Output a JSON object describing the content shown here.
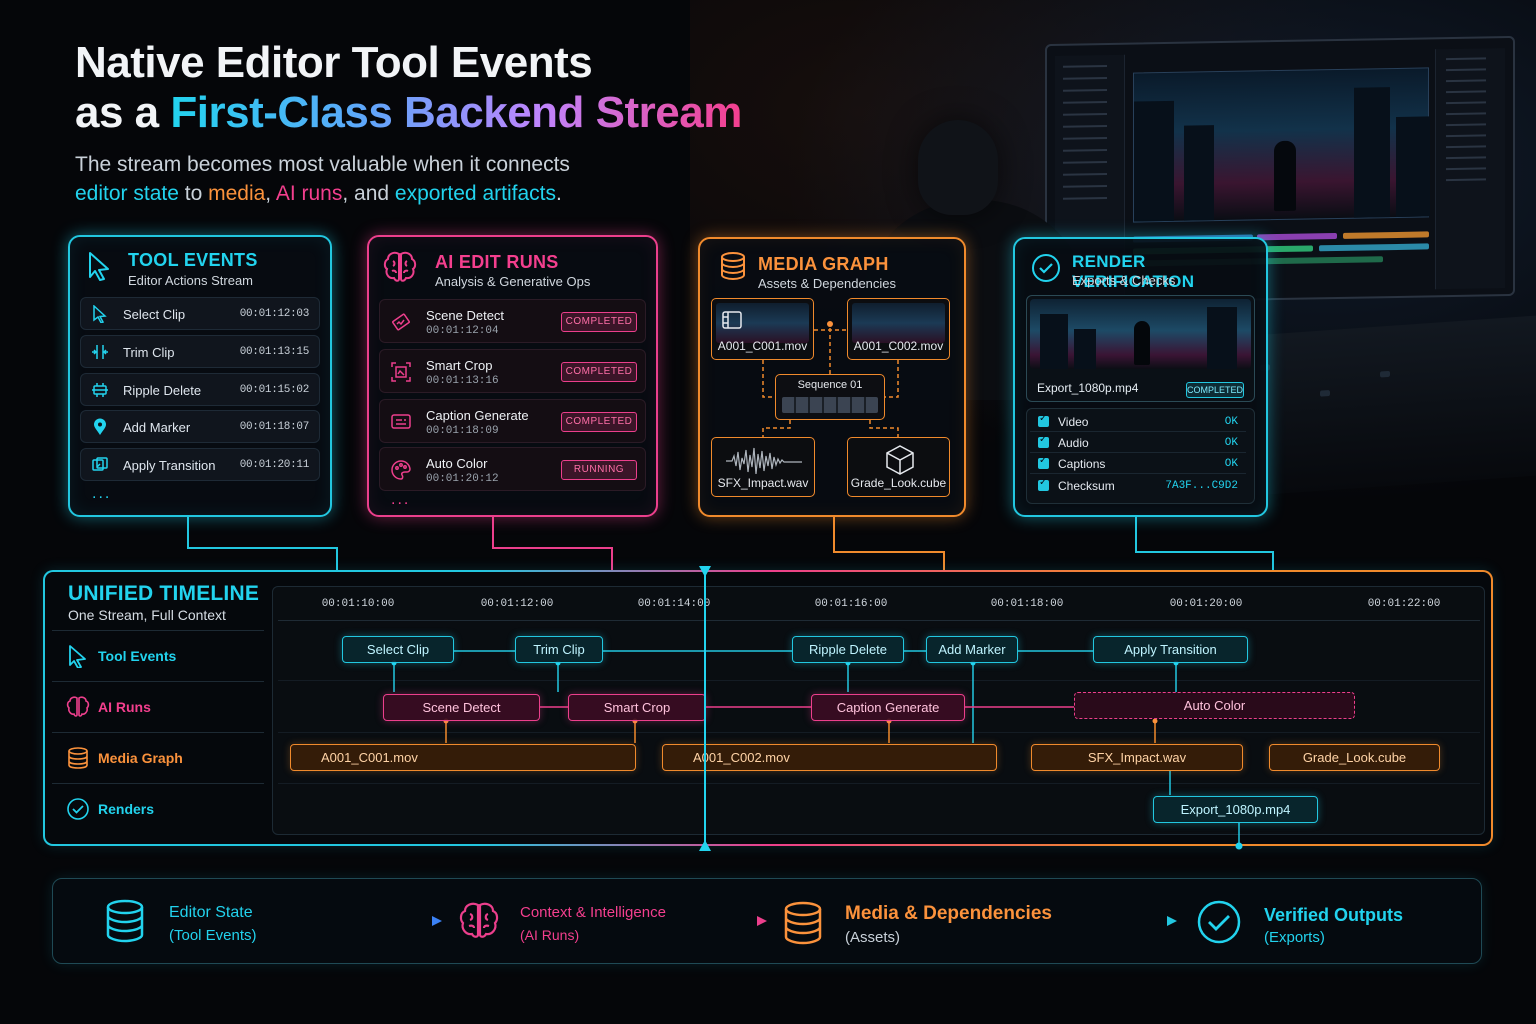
{
  "header": {
    "title_line1": "Native Editor Tool Events",
    "title_line2_prefix": "as a ",
    "title_line2_highlight": "First-Class Backend Stream",
    "subtitle_line1": "The stream becomes most valuable when it connects",
    "subtitle_editor_state": "editor state",
    "subtitle_to": " to ",
    "subtitle_media": "media",
    "subtitle_comma": ", ",
    "subtitle_ai_runs": "AI runs",
    "subtitle_and": ", and ",
    "subtitle_artifacts": "exported artifacts",
    "subtitle_end": "."
  },
  "colors": {
    "cyan": "#22d3ee",
    "pink": "#ec3f8c",
    "orange": "#f08a2c",
    "background": "#050609"
  },
  "tool_events": {
    "title": "TOOL EVENTS",
    "subtitle": "Editor Actions Stream",
    "icon": "cursor-icon",
    "items": [
      {
        "label": "Select Clip",
        "time": "00:01:12:03",
        "icon": "cursor-icon"
      },
      {
        "label": "Trim Clip",
        "time": "00:01:13:15",
        "icon": "trim-icon"
      },
      {
        "label": "Ripple Delete",
        "time": "00:01:15:02",
        "icon": "ripple-delete-icon"
      },
      {
        "label": "Add Marker",
        "time": "00:01:18:07",
        "icon": "marker-pin-icon"
      },
      {
        "label": "Apply Transition",
        "time": "00:01:20:11",
        "icon": "transition-icon"
      }
    ],
    "more": "..."
  },
  "ai_runs": {
    "title": "AI EDIT RUNS",
    "subtitle": "Analysis & Generative Ops",
    "icon": "brain-icon",
    "items": [
      {
        "label": "Scene Detect",
        "time": "00:01:12:04",
        "status": "COMPLETED",
        "icon": "scene-detect-icon"
      },
      {
        "label": "Smart Crop",
        "time": "00:01:13:16",
        "status": "COMPLETED",
        "icon": "crop-icon"
      },
      {
        "label": "Caption Generate",
        "time": "00:01:18:09",
        "status": "COMPLETED",
        "icon": "caption-icon"
      },
      {
        "label": "Auto Color",
        "time": "00:01:20:12",
        "status": "RUNNING",
        "icon": "palette-icon"
      }
    ],
    "more": "..."
  },
  "media_graph": {
    "title": "MEDIA GRAPH",
    "subtitle": "Assets & Dependencies",
    "icon": "database-icon",
    "assets": {
      "clip1": "A001_C001.mov",
      "clip2": "A001_C002.mov",
      "sequence": "Sequence 01",
      "audio": "SFX_Impact.wav",
      "lut": "Grade_Look.cube"
    }
  },
  "render_verification": {
    "title": "RENDER VERIFICATION",
    "subtitle": "Exports & Checks",
    "icon": "check-circle-icon",
    "export_name": "Export_1080p.mp4",
    "export_status": "COMPLETED",
    "checks": [
      {
        "label": "Video",
        "value": "OK"
      },
      {
        "label": "Audio",
        "value": "OK"
      },
      {
        "label": "Captions",
        "value": "OK"
      },
      {
        "label": "Checksum",
        "value": "7A3F...C9D2"
      }
    ]
  },
  "timeline": {
    "title": "UNIFIED TIMELINE",
    "subtitle": "One Stream, Full Context",
    "lanes": [
      {
        "label": "Tool Events",
        "icon": "cursor-icon"
      },
      {
        "label": "AI Runs",
        "icon": "brain-icon"
      },
      {
        "label": "Media Graph",
        "icon": "database-icon"
      },
      {
        "label": "Renders",
        "icon": "check-circle-icon"
      }
    ],
    "ticks": [
      "00:01:10:00",
      "00:01:12:00",
      "00:01:14:00",
      "00:01:16:00",
      "00:01:18:00",
      "00:01:20:00",
      "00:01:22:00"
    ],
    "tool_events": [
      "Select Clip",
      "Trim Clip",
      "Ripple Delete",
      "Add Marker",
      "Apply Transition"
    ],
    "ai_runs": [
      "Scene Detect",
      "Smart Crop",
      "Caption Generate",
      "Auto Color"
    ],
    "media": [
      "A001_C001.mov",
      "A001_C002.mov",
      "SFX_Impact.wav",
      "Grade_Look.cube"
    ],
    "renders": [
      "Export_1080p.mp4"
    ]
  },
  "flow": [
    {
      "line1": "Editor State",
      "line2": "(Tool Events)",
      "icon": "database-icon",
      "color": "#22d3ee"
    },
    {
      "line1": "Context & Intelligence",
      "line2": "(AI Runs)",
      "icon": "brain-icon",
      "color": "#ec3f8c"
    },
    {
      "line1": "Media & Dependencies",
      "line2": "(Assets)",
      "icon": "database-icon",
      "color": "#f08a2c"
    },
    {
      "line1": "Verified Outputs",
      "line2": "(Exports)",
      "icon": "check-circle-icon",
      "color": "#22d3ee"
    }
  ]
}
